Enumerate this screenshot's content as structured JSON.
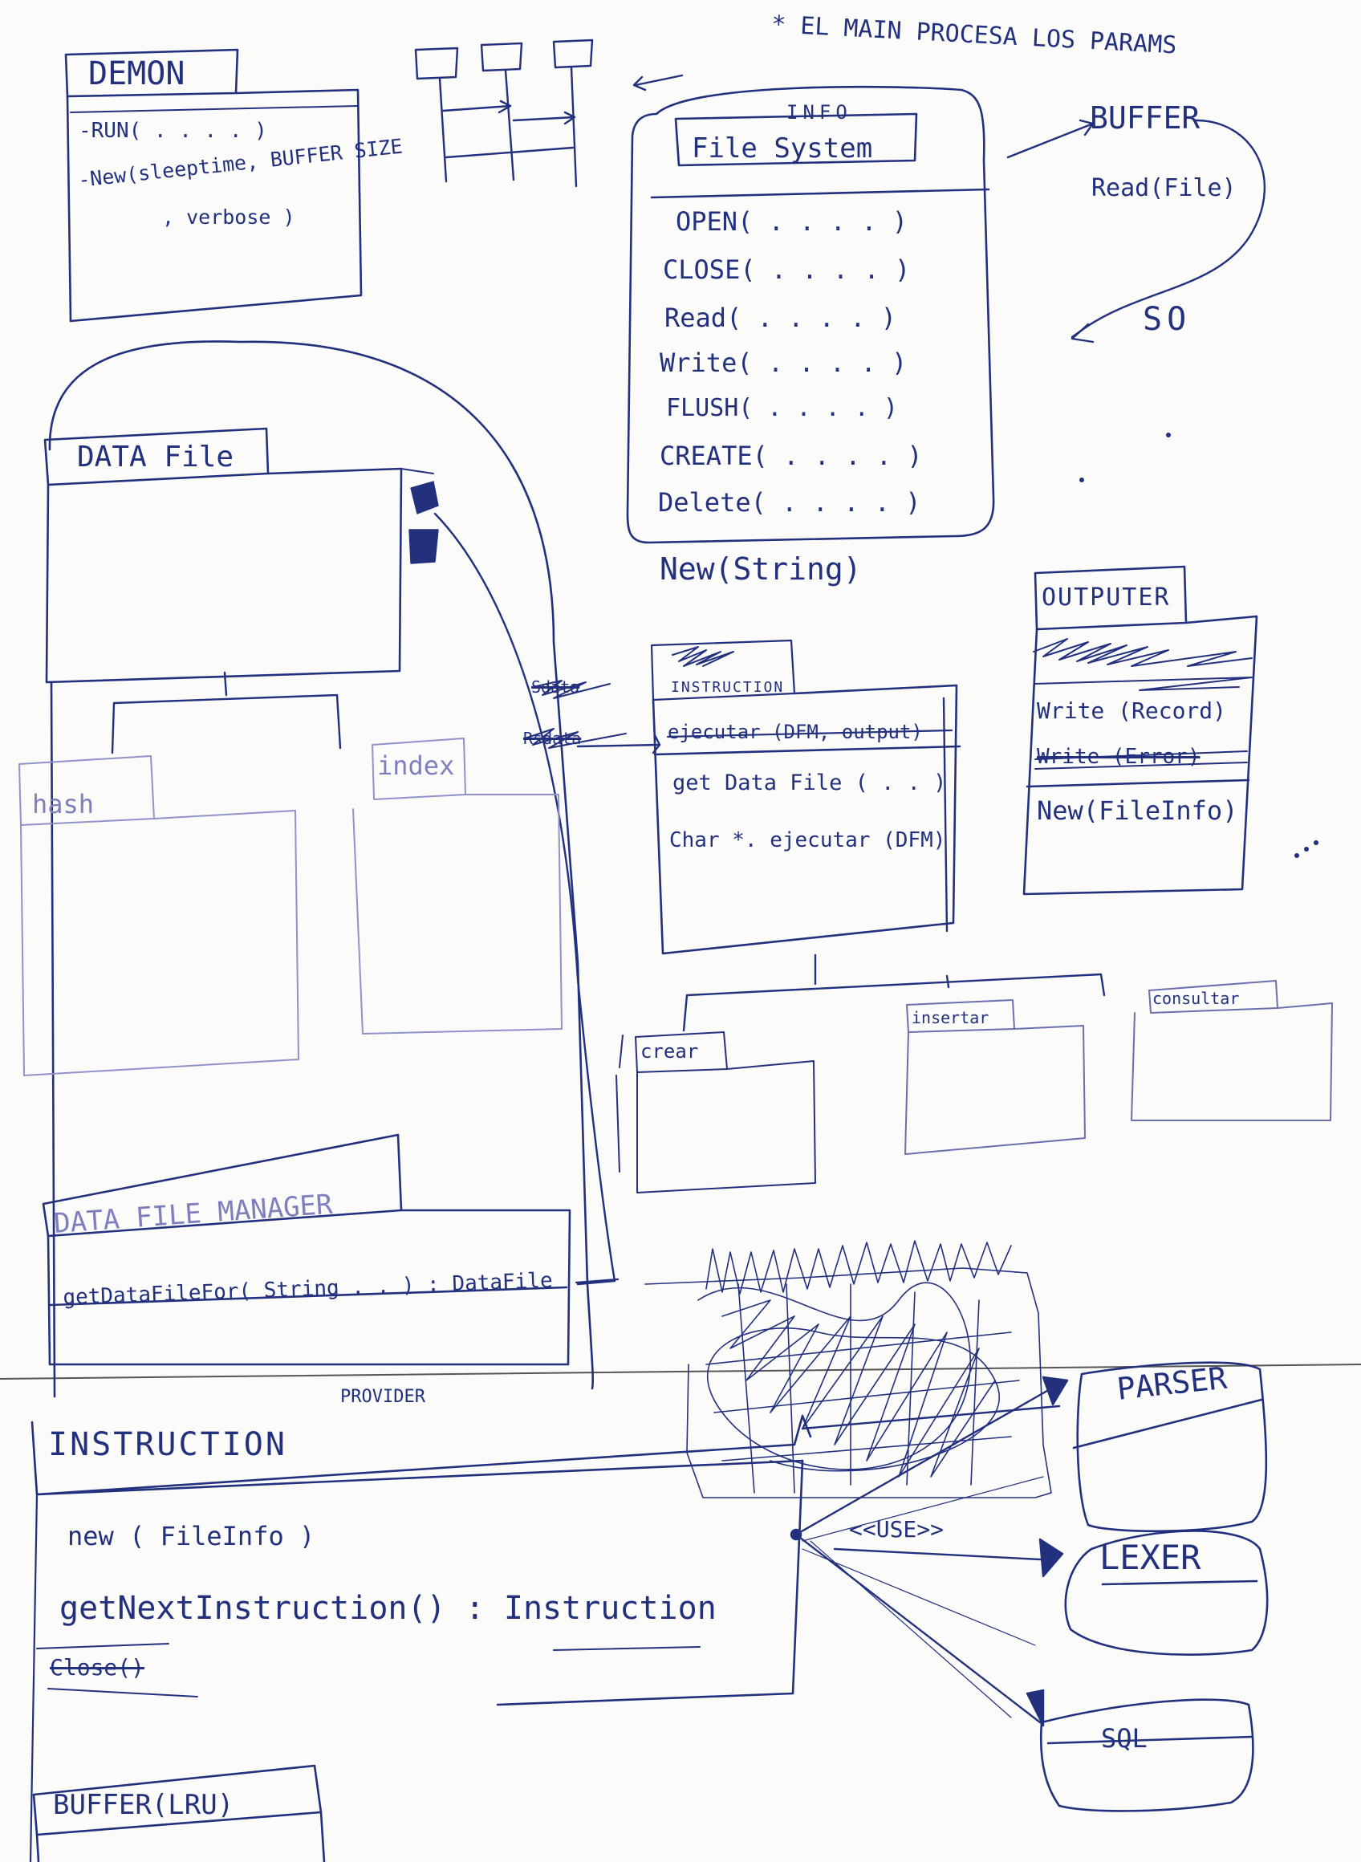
{
  "note": "* EL MAIN PROCESA LOS PARAMS",
  "daemon": {
    "title": "DEMON",
    "methods": [
      "-RUN( . . . . )",
      "-New(sleeptime, BUFFER SIZE",
      ", verbose )"
    ]
  },
  "file_system": {
    "header": "INFO",
    "title": "File System",
    "methods": [
      "OPEN( . . . . )",
      "CLOSE( . . . . )",
      "Read( . . . . )",
      "Write( . . . . )",
      "FLUSH( . . . . )",
      "CREATE( . . . . )",
      "Delete( . . . . )"
    ],
    "constructor": "New(String)"
  },
  "buffer_note": {
    "title": "BUFFER",
    "read": "Read(File)",
    "so": "SO"
  },
  "data_file": {
    "title": "DATA File",
    "children": [
      "hash",
      "index"
    ]
  },
  "instruction_class": {
    "title": "INSTRUCTION",
    "struck_left": [
      "Sdata",
      "Rsdata"
    ],
    "methods": [
      "ejecutar (DFM, output)",
      "get Data File ( . . )",
      "Char *. ejecutar (DFM)"
    ],
    "children": [
      "crear",
      "insertar",
      "consultar"
    ]
  },
  "outputer": {
    "title": "OUTPUTER",
    "methods": [
      "Write (Record)",
      "Write (Error)"
    ],
    "constructor": "New(FileInfo)"
  },
  "data_file_manager": {
    "title": "DATA FILE MANAGER",
    "method": "getDataFileFor( String . . ) : DataFile"
  },
  "instruction_provider": {
    "title": "INSTRUCTION",
    "provider": "PROVIDER",
    "methods": [
      "new ( FileInfo )",
      "getNextInstruction() : Instruction",
      "Close()"
    ]
  },
  "use_label": "<<USE>>",
  "right_boxes": [
    "PARSER",
    "LEXER",
    "SQL"
  ],
  "buffer_lru": {
    "title": "BUFFER(LRU)"
  },
  "colors": {
    "ink": "#22307e",
    "faint": "#8f93c9",
    "paper": "#fbfbfa"
  }
}
